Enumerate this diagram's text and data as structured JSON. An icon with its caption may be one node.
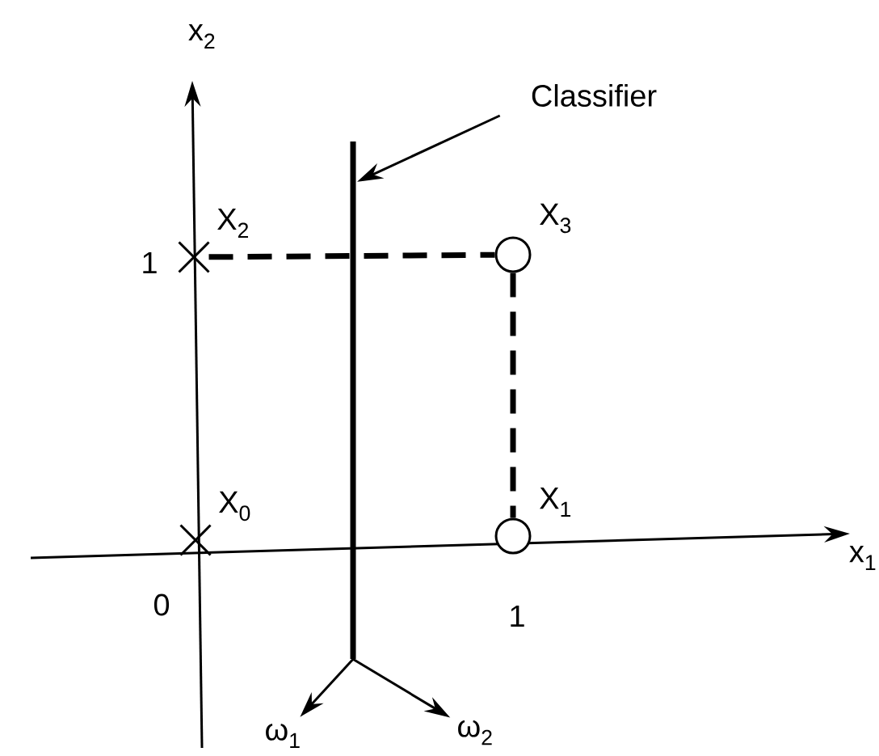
{
  "diagram": {
    "nodes": [
      {
        "text": [],
        "shape": "cross",
        "beside": [
          "X$_{0}$"
        ]
      },
      {
        "text": [],
        "shape": "circle",
        "beside": [
          "X$_{1}$"
        ]
      },
      {
        "text": [],
        "shape": "cross",
        "beside": [
          "X$_{2}$"
        ]
      },
      {
        "text": [],
        "shape": "circle",
        "beside": [
          "X$_{3}$"
        ]
      },
      {
        "text": [
          "Classifier"
        ]
      },
      {
        "text": [],
        "shape": "bar"
      },
      {
        "text": [
          "ω$_{1}$"
        ]
      },
      {
        "text": [
          "ω$_{2}$"
        ]
      }
    ],
    "edges": [
      {
        "from": 4,
        "to": 5,
        "arrow": "to"
      },
      {
        "from": 2,
        "to": 3,
        "arrow": "none",
        "style": "dashed"
      },
      {
        "from": 3,
        "to": 1,
        "arrow": "none",
        "style": "dashed"
      },
      {
        "from": 5,
        "to": 6,
        "arrow": "to"
      },
      {
        "from": 5,
        "to": 7,
        "arrow": "to"
      }
    ],
    "labels": [
      "x$_{2}$",
      "1",
      "x$_{1}$",
      "0",
      "1"
    ]
  }
}
